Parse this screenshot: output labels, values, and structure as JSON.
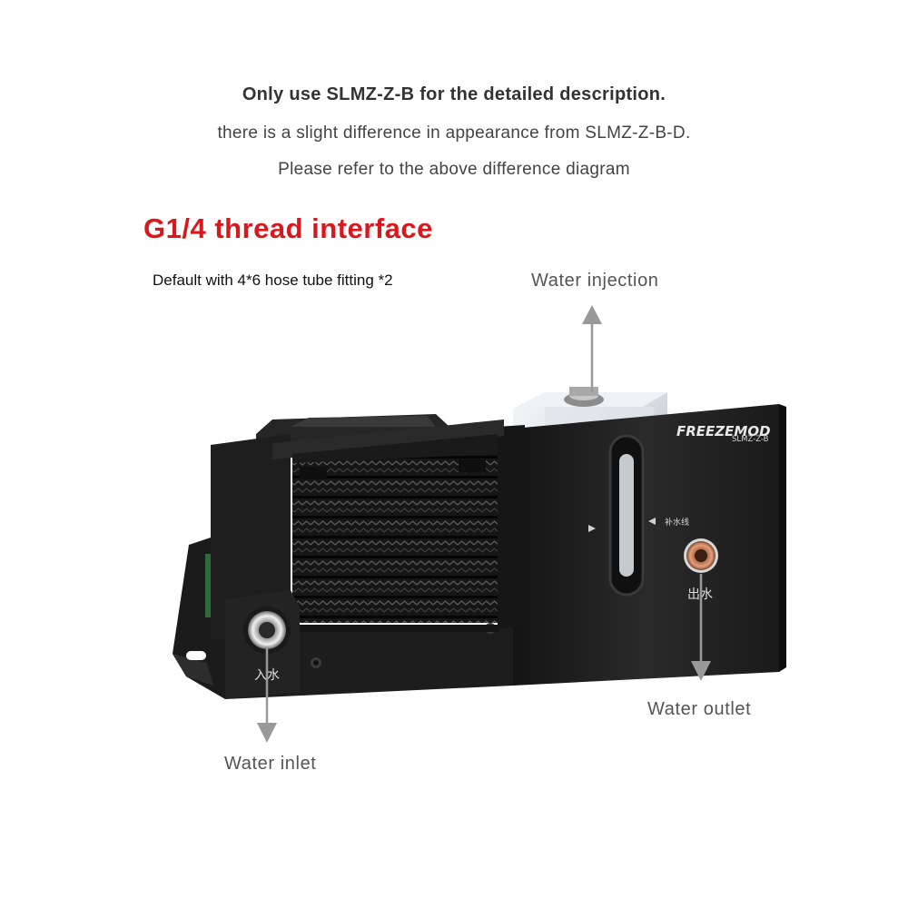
{
  "description": {
    "line1": "Only use SLMZ-Z-B for the detailed description.",
    "line2": "there is a slight difference in appearance from SLMZ-Z-B-D.",
    "line3": "Please refer to the above difference diagram"
  },
  "heading": "G1/4 thread interface",
  "default_note": "Default with 4*6 hose tube fitting *2",
  "callouts": {
    "water_injection": "Water injection",
    "water_outlet": "Water outlet",
    "water_inlet": "Water inlet"
  },
  "product": {
    "brand": "FREEZEMOD",
    "model": "SLMZ-Z-B",
    "inlet_marking": "入水",
    "outlet_marking": "出水",
    "refill_marking": "补水线"
  },
  "colors": {
    "heading": "#d9181e",
    "arrow": "#999999",
    "body": "#1c1c1c"
  }
}
